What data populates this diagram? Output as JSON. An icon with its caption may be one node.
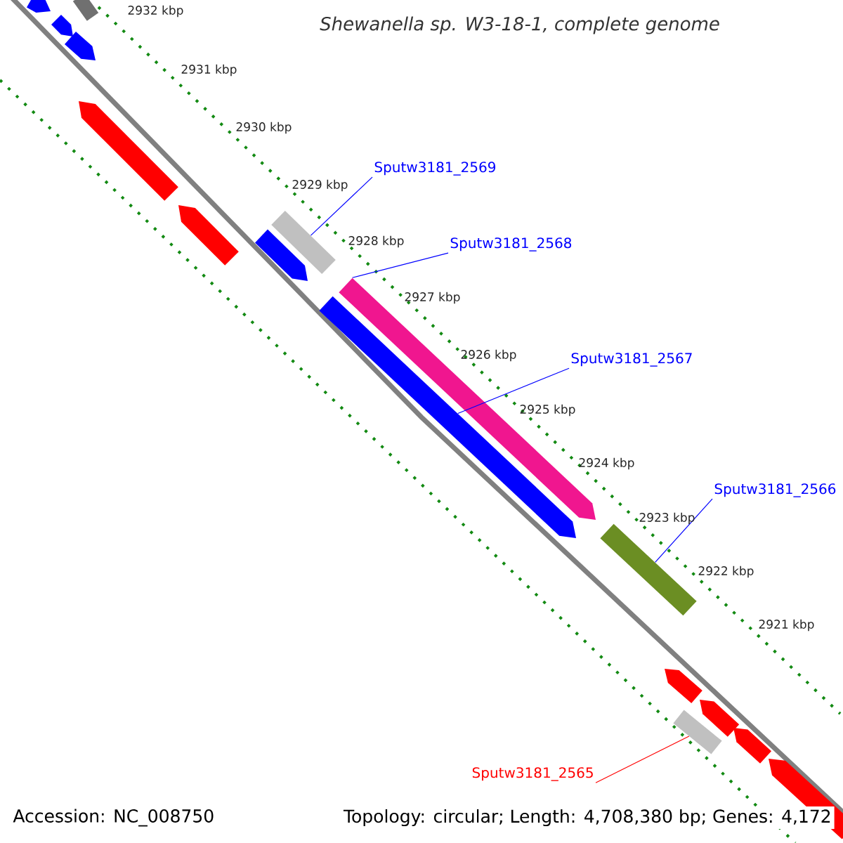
{
  "diagram": {
    "title": "Shewanella sp. W3-18-1, complete genome",
    "nodes": [
      {
        "text": [
          "Sputw3181_2569"
        ]
      },
      {
        "text": [
          "Sputw3181_2568"
        ]
      },
      {
        "text": [
          "Sputw3181_2567"
        ]
      },
      {
        "text": [
          "Sputw3181_2566"
        ]
      },
      {
        "text": [
          "Sputw3181_2565"
        ]
      },
      {
        "text": [],
        "shape": "bar"
      },
      {
        "text": [],
        "shape": "bar"
      },
      {
        "text": [],
        "shape": "bar"
      },
      {
        "text": [],
        "shape": "bar"
      },
      {
        "text": [],
        "shape": "bar"
      }
    ],
    "edges": [
      {
        "from": 0,
        "to": 5,
        "arrow": "none"
      },
      {
        "from": 1,
        "to": 6,
        "arrow": "none"
      },
      {
        "from": 2,
        "to": 7,
        "arrow": "none"
      },
      {
        "from": 3,
        "to": 8,
        "arrow": "none"
      },
      {
        "from": 4,
        "to": 9,
        "arrow": "none",
        "color": "#ff0000"
      }
    ],
    "labels": [
      "2932 kbp",
      "2931 kbp",
      "2930 kbp",
      "2929 kbp",
      "2928 kbp",
      "2927 kbp",
      "2926 kbp",
      "2925 kbp",
      "2924 kbp",
      "2923 kbp",
      "2922 kbp",
      "2921 kbp",
      "Accession: NC_008750",
      "Topology: circular; Length: 4,708,380 bp; Genes: 4,172"
    ]
  }
}
